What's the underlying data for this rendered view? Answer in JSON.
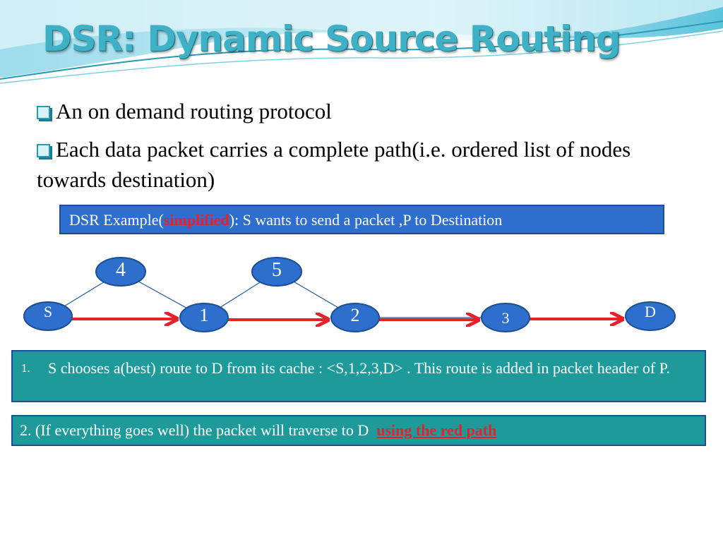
{
  "title": "DSR: Dynamic Source Routing",
  "bullets": [
    "An on demand routing protocol",
    "Each data packet carries a complete path(i.e. ordered list of nodes towards destination)"
  ],
  "example": {
    "prefix": "DSR Example(",
    "highlight": "simplified",
    "suffix": "): S wants to send a packet ,P to Destination"
  },
  "diagram": {
    "nodes": [
      {
        "id": "S",
        "label": "S"
      },
      {
        "id": "1",
        "label": "1"
      },
      {
        "id": "2",
        "label": "2"
      },
      {
        "id": "3",
        "label": "3"
      },
      {
        "id": "D",
        "label": "D"
      },
      {
        "id": "4",
        "label": "4"
      },
      {
        "id": "5",
        "label": "5"
      }
    ],
    "links": [
      [
        "S",
        "4"
      ],
      [
        "4",
        "1"
      ],
      [
        "1",
        "5"
      ],
      [
        "5",
        "2"
      ],
      [
        "2",
        "3"
      ]
    ],
    "route": [
      "S",
      "1",
      "2",
      "3",
      "D"
    ],
    "colors": {
      "node_fill": "#2e6fce",
      "node_stroke": "#1b4e94",
      "link": "#1f5a9e",
      "route": "#e8202a"
    }
  },
  "steps": {
    "step1_number": "1.",
    "step1_text": "S chooses  a(best) route to D from its cache : <S,1,2,3,D> . This route is added in packet header of P.",
    "step2_text": "2. (If everything goes well)  the packet will traverse  to D",
    "step2_highlight": "using the red path"
  }
}
